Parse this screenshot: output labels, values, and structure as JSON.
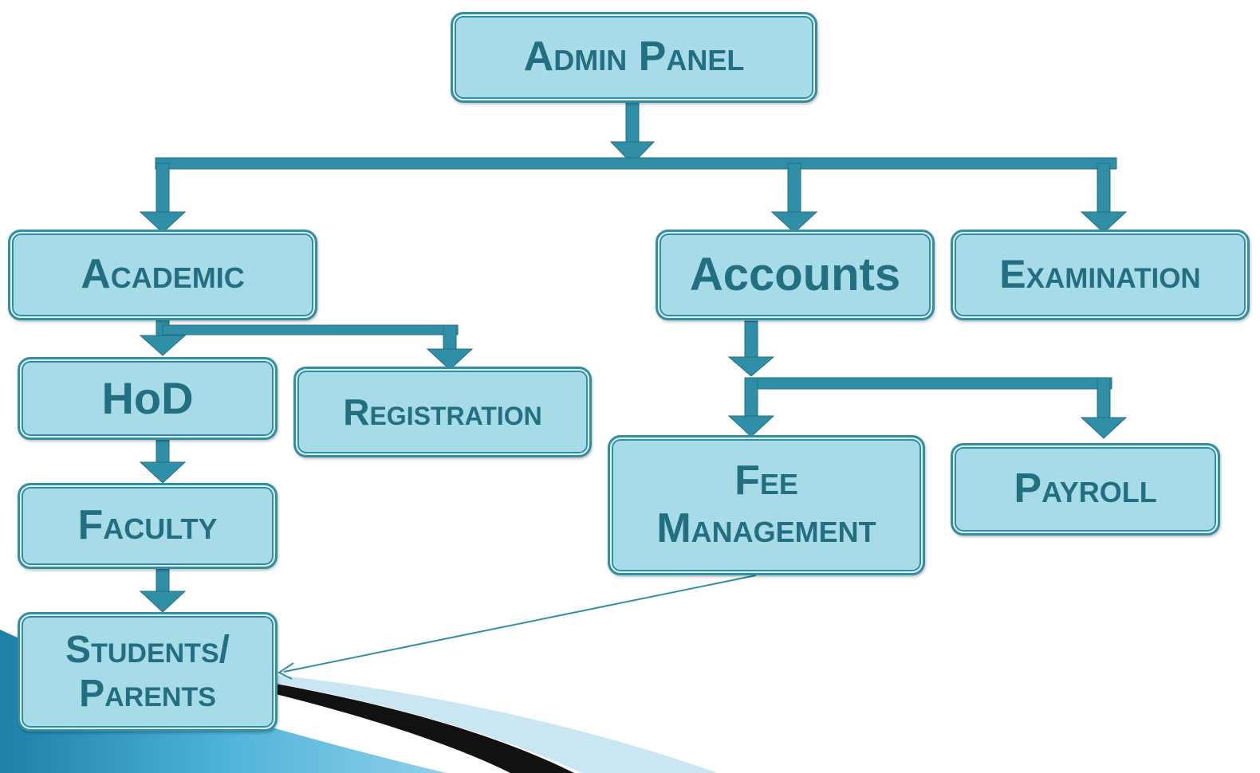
{
  "diagram": {
    "nodes": {
      "admin": {
        "label": "Admin Panel"
      },
      "academic": {
        "label": "Academic"
      },
      "accounts": {
        "label": "Accounts"
      },
      "examination": {
        "label": "Examination"
      },
      "hod": {
        "label": "HoD"
      },
      "registration": {
        "label": "Registration"
      },
      "faculty": {
        "label": "Faculty"
      },
      "students": {
        "line1": "Students/",
        "line2": "Parents"
      },
      "fee": {
        "line1": "Fee",
        "line2": "Management"
      },
      "payroll": {
        "label": "Payroll"
      }
    },
    "edges": [
      {
        "from": "Admin Panel",
        "to": "Academic"
      },
      {
        "from": "Admin Panel",
        "to": "Accounts"
      },
      {
        "from": "Admin Panel",
        "to": "Examination"
      },
      {
        "from": "Academic",
        "to": "HoD"
      },
      {
        "from": "Academic",
        "to": "Registration"
      },
      {
        "from": "HoD",
        "to": "Faculty"
      },
      {
        "from": "Faculty",
        "to": "Students/ Parents"
      },
      {
        "from": "Accounts",
        "to": "Fee Management"
      },
      {
        "from": "Accounts",
        "to": "Payroll"
      },
      {
        "from": "Fee Management",
        "to": "Students/ Parents"
      }
    ],
    "colors": {
      "box_fill": "#a7dbe8",
      "box_border": "#2f8fa6",
      "text": "#236f82",
      "arrow": "#2f8fa6"
    }
  }
}
